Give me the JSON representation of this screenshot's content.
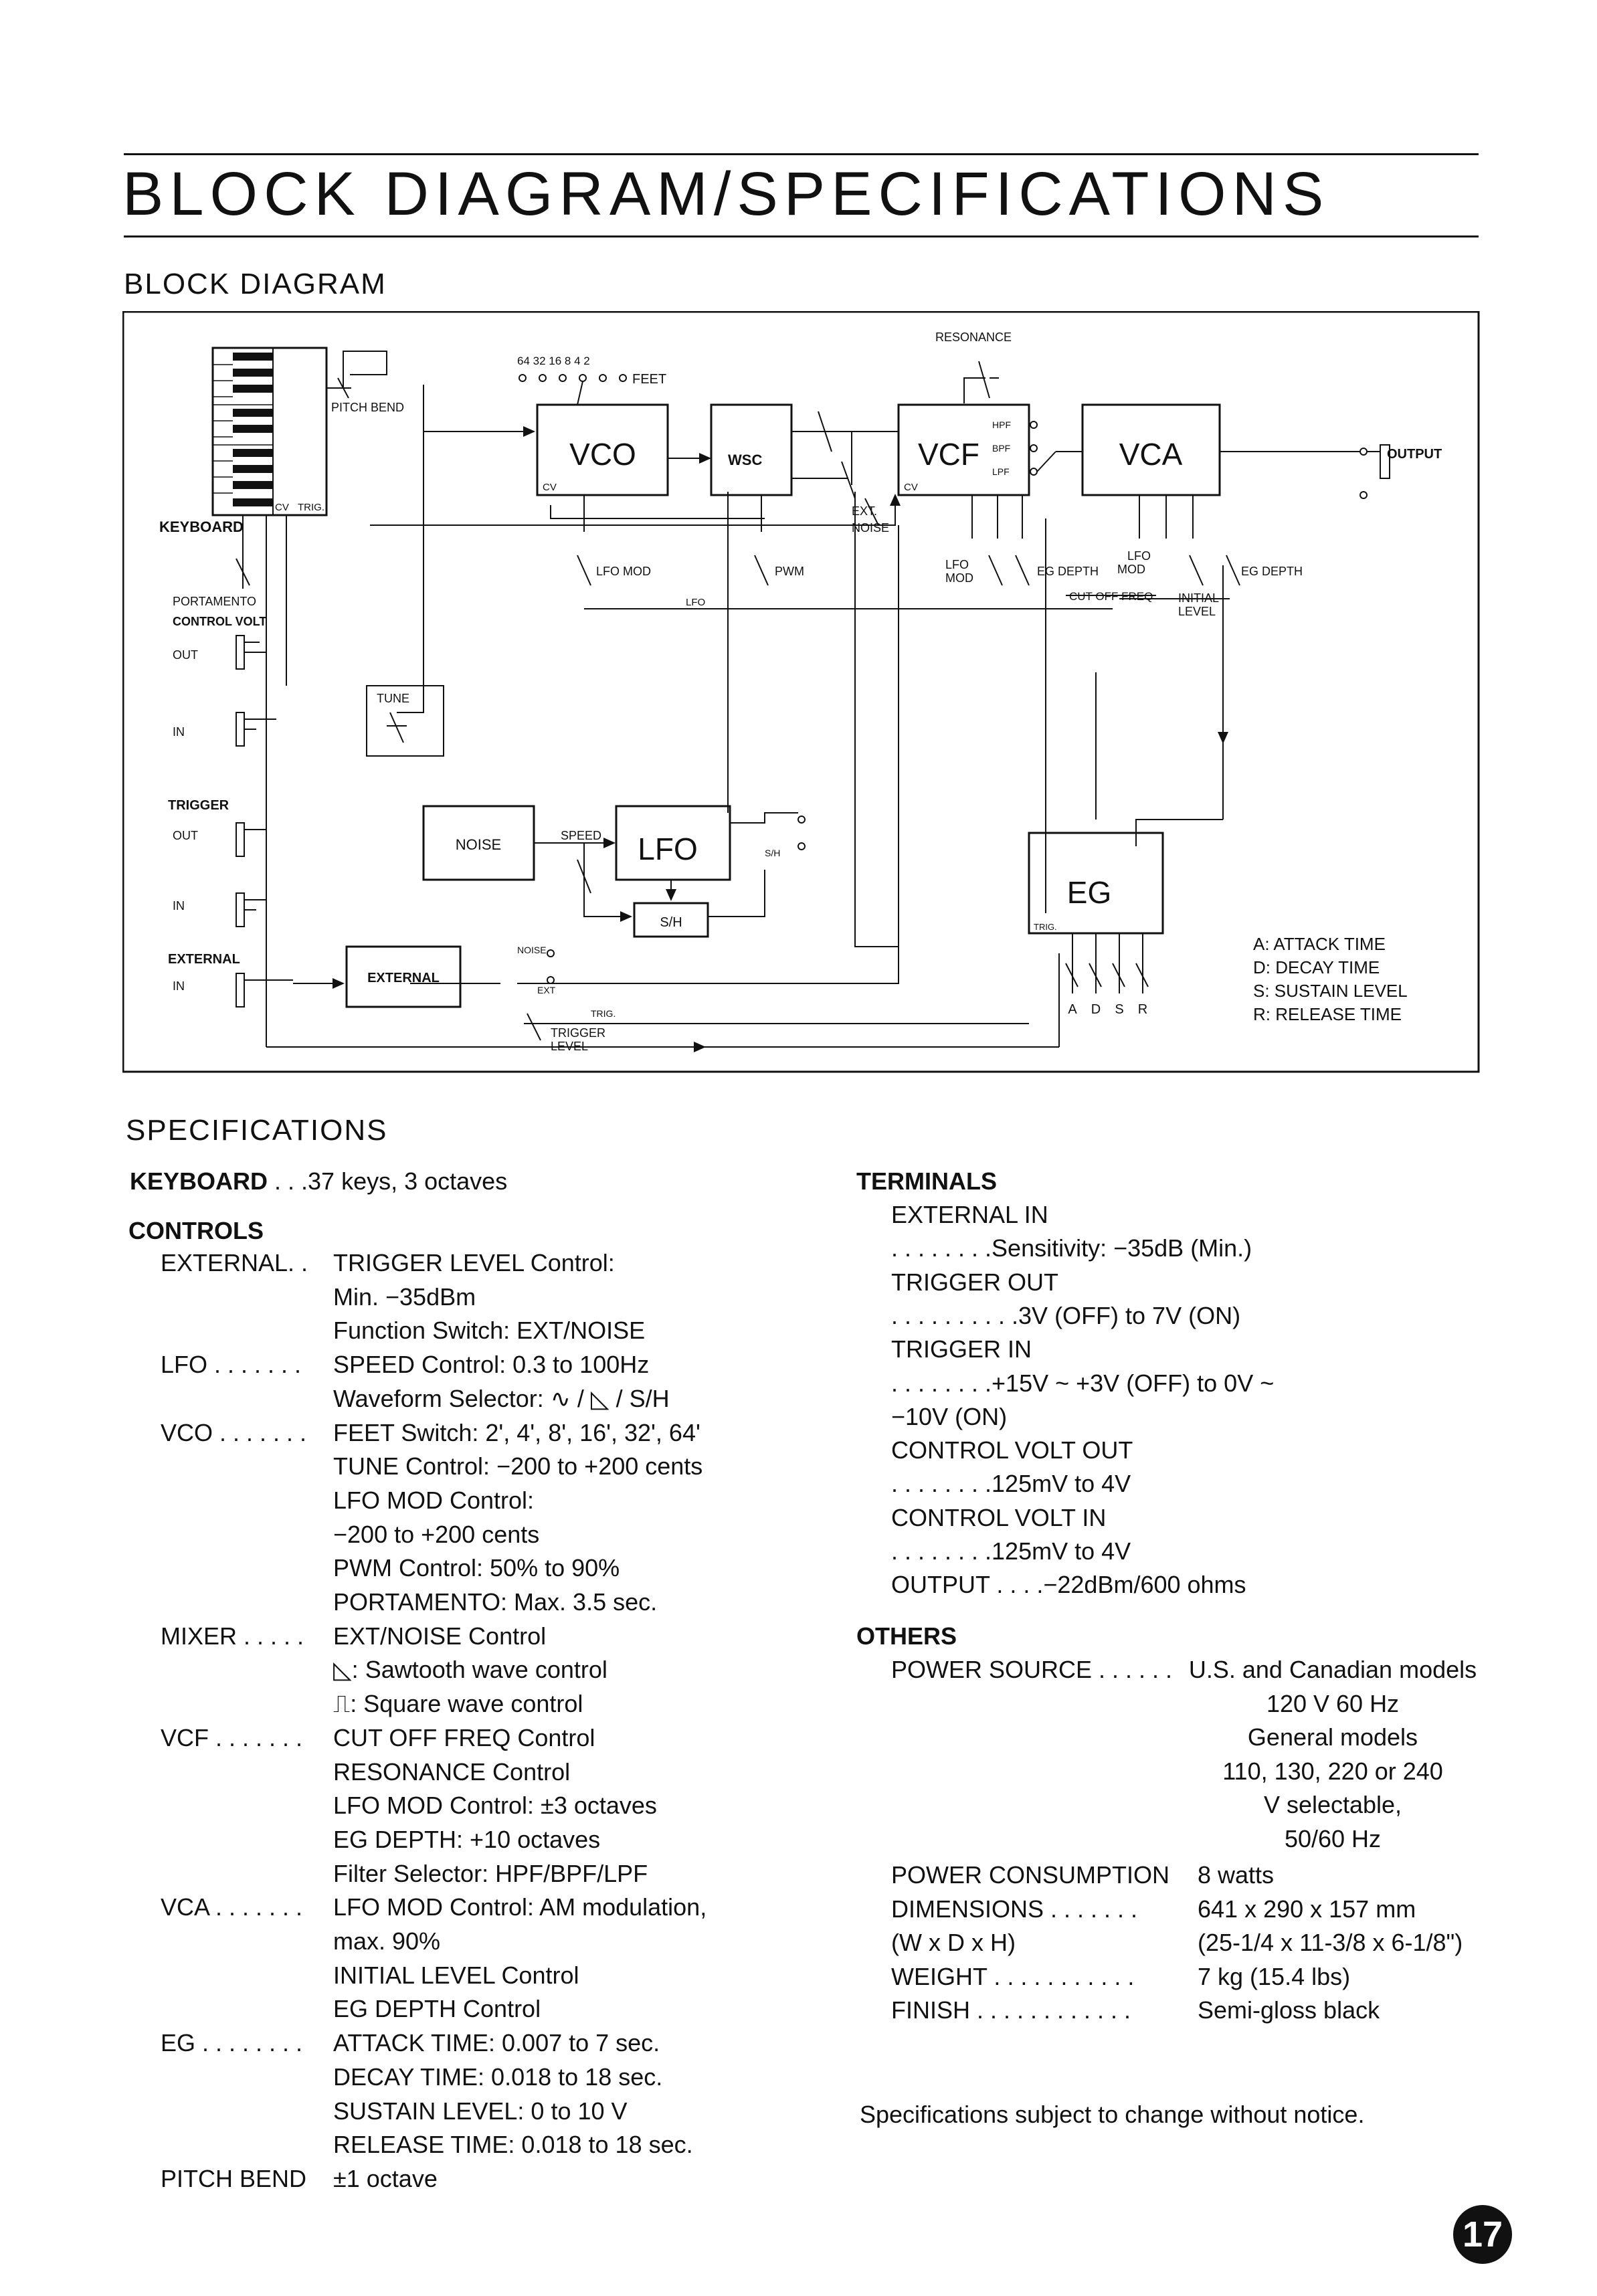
{
  "page": {
    "title": "BLOCK DIAGRAM/SPECIFICATIONS",
    "block_diagram_heading": "BLOCK DIAGRAM",
    "specifications_heading": "SPECIFICATIONS",
    "page_number": "17"
  },
  "diagram": {
    "keyboard": "KEYBOARD",
    "cv": "CV",
    "trig": "TRIG.",
    "pitch_bend": "PITCH BEND",
    "feet_numbers": "64  32  16  8  4  2",
    "feet": "FEET",
    "vco": "VCO",
    "wsc": "WSC",
    "vcf": "VCF",
    "vca": "VCA",
    "hpf": "HPF",
    "bpf": "BPF",
    "lpf": "LPF",
    "resonance": "RESONANCE",
    "output": "OUTPUT",
    "ext": "EXT.",
    "noise": "NOISE",
    "lfo_mod": "LFO MOD",
    "pwm": "PWM",
    "lfo_label": "LFO",
    "lfo_mod_stack": [
      "LFO",
      "MOD"
    ],
    "eg_depth": "EG DEPTH",
    "cut_off_freq": "CUT OFF FREQ",
    "initial_level": [
      "INITIAL",
      "LEVEL"
    ],
    "portamento": "PORTAMENTO",
    "control_volt": "CONTROL VOLT",
    "out": "OUT",
    "in": "IN",
    "tune": "TUNE",
    "trigger": "TRIGGER",
    "external": "EXTERNAL",
    "noise_box": "NOISE",
    "speed": "SPEED",
    "lfo_box": "LFO",
    "sh": "S/H",
    "eg": "EG",
    "adsr_labels": [
      "A",
      "D",
      "S",
      "R"
    ],
    "noise_ext": [
      "NOISE",
      "EXT"
    ],
    "trigger_level": [
      "TRIGGER",
      "LEVEL"
    ],
    "legend": [
      "A: ATTACK  TIME",
      "D: DECAY  TIME",
      "S: SUSTAIN  LEVEL",
      "R: RELEASE  TIME"
    ]
  },
  "specs": {
    "keyboard_line": [
      "KEYBOARD",
      " . . .37 keys, 3 octaves"
    ],
    "controls_heading": "CONTROLS",
    "left_rows": [
      [
        "EXTERNAL. .",
        "TRIGGER LEVEL Control:"
      ],
      [
        "",
        "       Min. −35dBm"
      ],
      [
        "",
        "Function Switch: EXT/NOISE"
      ],
      [
        "LFO . . . . . . .",
        "SPEED Control: 0.3 to 100Hz"
      ],
      [
        "",
        "Waveform Selector: ∿ / ◺ / S/H"
      ],
      [
        "VCO . . . . . . .",
        "FEET Switch: 2', 4', 8', 16', 32', 64'"
      ],
      [
        "",
        "TUNE Control: −200 to +200 cents"
      ],
      [
        "",
        "LFO MOD Control:"
      ],
      [
        "",
        "   −200 to +200 cents"
      ],
      [
        "",
        "PWM Control: 50% to 90%"
      ],
      [
        "",
        "PORTAMENTO: Max. 3.5 sec."
      ],
      [
        "MIXER . . . . .",
        "EXT/NOISE Control"
      ],
      [
        "",
        "◺: Sawtooth wave control"
      ],
      [
        "",
        "⎍: Square wave control"
      ],
      [
        "VCF . . . . . . .",
        "CUT OFF FREQ Control"
      ],
      [
        "",
        "RESONANCE Control"
      ],
      [
        "",
        "LFO MOD Control: ±3 octaves"
      ],
      [
        "",
        "EG DEPTH: +10 octaves"
      ],
      [
        "",
        "Filter Selector: HPF/BPF/LPF"
      ],
      [
        "VCA . . . . . . .",
        "LFO MOD Control: AM modulation,"
      ],
      [
        "",
        "   max. 90%"
      ],
      [
        "",
        "INITIAL LEVEL Control"
      ],
      [
        "",
        "EG DEPTH Control"
      ],
      [
        "EG . . . . . . . .",
        "ATTACK TIME: 0.007 to 7 sec."
      ],
      [
        "",
        "DECAY TIME: 0.018 to 18 sec."
      ],
      [
        "",
        "SUSTAIN LEVEL: 0 to 10 V"
      ],
      [
        "",
        "RELEASE TIME: 0.018 to 18 sec."
      ],
      [
        "PITCH BEND",
        "±1 octave"
      ]
    ],
    "terminals_heading": "TERMINALS",
    "terminal_rows": [
      "EXTERNAL IN",
      "   . . . . . . . .Sensitivity: −35dB (Min.)",
      "TRIGGER OUT",
      "   . . . . . . . . . .3V (OFF) to 7V (ON)",
      "TRIGGER IN",
      "   . . . . . . . .+15V ~ +3V (OFF) to 0V ~",
      "                          −10V (ON)",
      "CONTROL VOLT OUT",
      "   . . . . . . . .125mV to 4V",
      "CONTROL VOLT IN",
      "   . . . . . . . .125mV to 4V",
      "OUTPUT . . . .−22dBm/600 ohms"
    ],
    "others_heading": "OTHERS",
    "power_source_label": "POWER SOURCE . . . . . .",
    "power_source_values": [
      "U.S. and Canadian models",
      "120 V 60 Hz",
      "General models",
      "110, 130, 220 or 240",
      "V selectable,",
      "50/60 Hz"
    ],
    "other_rows": [
      [
        "POWER CONSUMPTION",
        "8 watts"
      ],
      [
        "DIMENSIONS  . . . . . . .",
        "641 x 290 x 157 mm"
      ],
      [
        "   (W x D x H)",
        "(25-1/4 x 11-3/8 x 6-1/8\")"
      ],
      [
        "WEIGHT  . . . . . . . . . . .",
        "7 kg  (15.4 lbs)"
      ],
      [
        "FINISH  . . . . . . . . . . . .",
        "Semi-gloss black"
      ]
    ],
    "notice": "Specifications subject to change without notice."
  }
}
